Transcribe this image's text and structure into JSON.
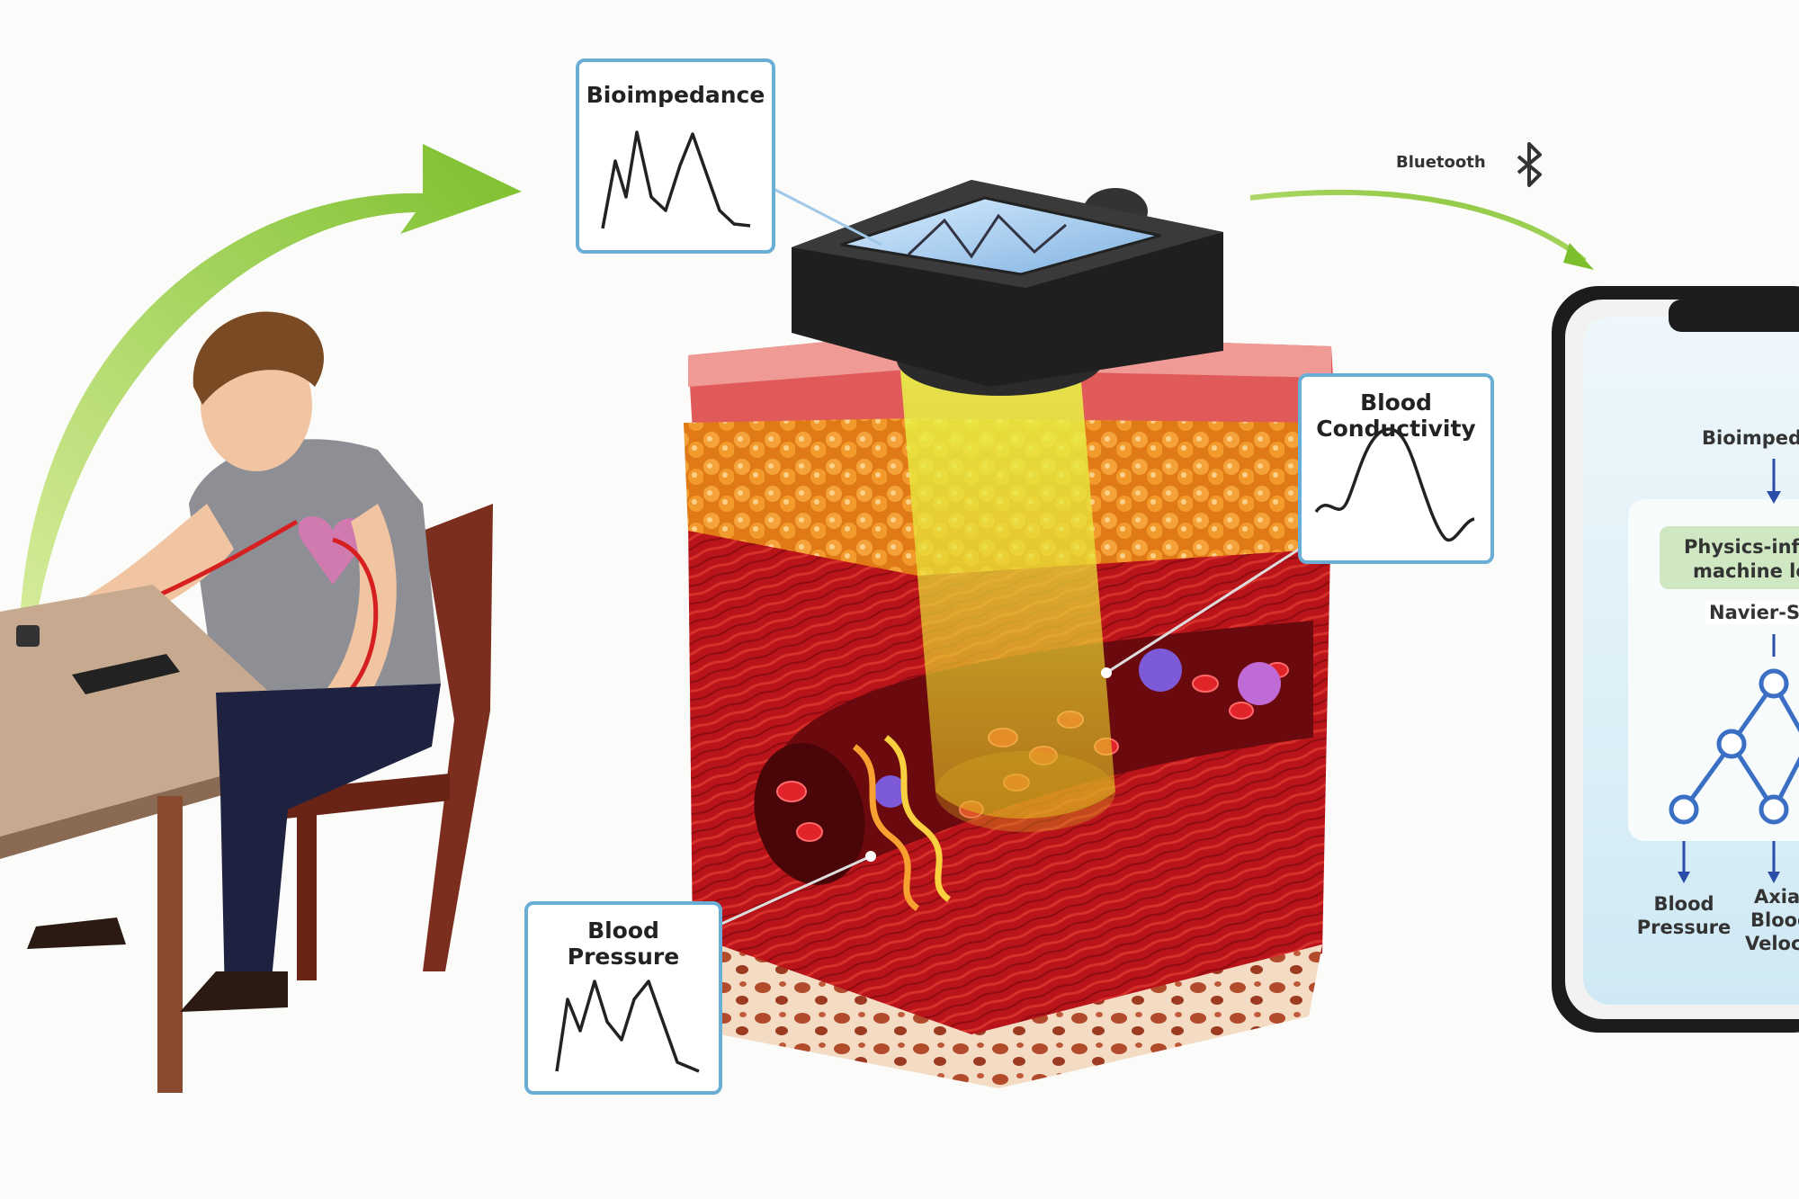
{
  "panels": {
    "bioimpedance": "Bioimpedance",
    "blood_conductivity_line1": "Blood",
    "blood_conductivity_line2": "Conductivity",
    "blood_pressure_line1": "Blood",
    "blood_pressure_line2": "Pressure"
  },
  "bluetooth": {
    "label": "Bluetooth"
  },
  "phone": {
    "input_label": "Bioimped",
    "model_line1": "Physics-inf",
    "model_line2": "machine le",
    "equation_label": "Navier-Sto",
    "output1_line1": "Blood",
    "output1_line2": "Pressure",
    "output2_line1": "Axial",
    "output2_line2": "Blood",
    "output2_line3": "Velocit"
  },
  "colors": {
    "panel_border": "#6aaed6",
    "arrow_green": "#8cc63f",
    "tissue_red": "#b8141a",
    "fat_orange": "#f08a1e",
    "model_box_green": "#cfe8c3",
    "network_blue": "#3a6fc4"
  }
}
